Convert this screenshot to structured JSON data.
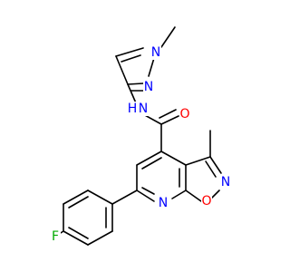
{
  "molecule": {
    "atoms": {
      "n_methyl_label": {
        "text": "N",
        "color": "#0000ff"
      },
      "n_pyrazole_2": {
        "text": "N",
        "color": "#0000ff"
      },
      "n_amide": {
        "text": "N",
        "color": "#0000ff"
      },
      "h_amide": {
        "text": "H",
        "color": "#0000ff"
      },
      "o_carbonyl": {
        "text": "O",
        "color": "#ff0000"
      },
      "n_isoxazole": {
        "text": "N",
        "color": "#0000ff"
      },
      "o_isoxazole": {
        "text": "O",
        "color": "#ff0000"
      },
      "n_pyridine": {
        "text": "N",
        "color": "#0000ff"
      },
      "f_fluoro": {
        "text": "F",
        "color": "#00aa00"
      }
    }
  }
}
